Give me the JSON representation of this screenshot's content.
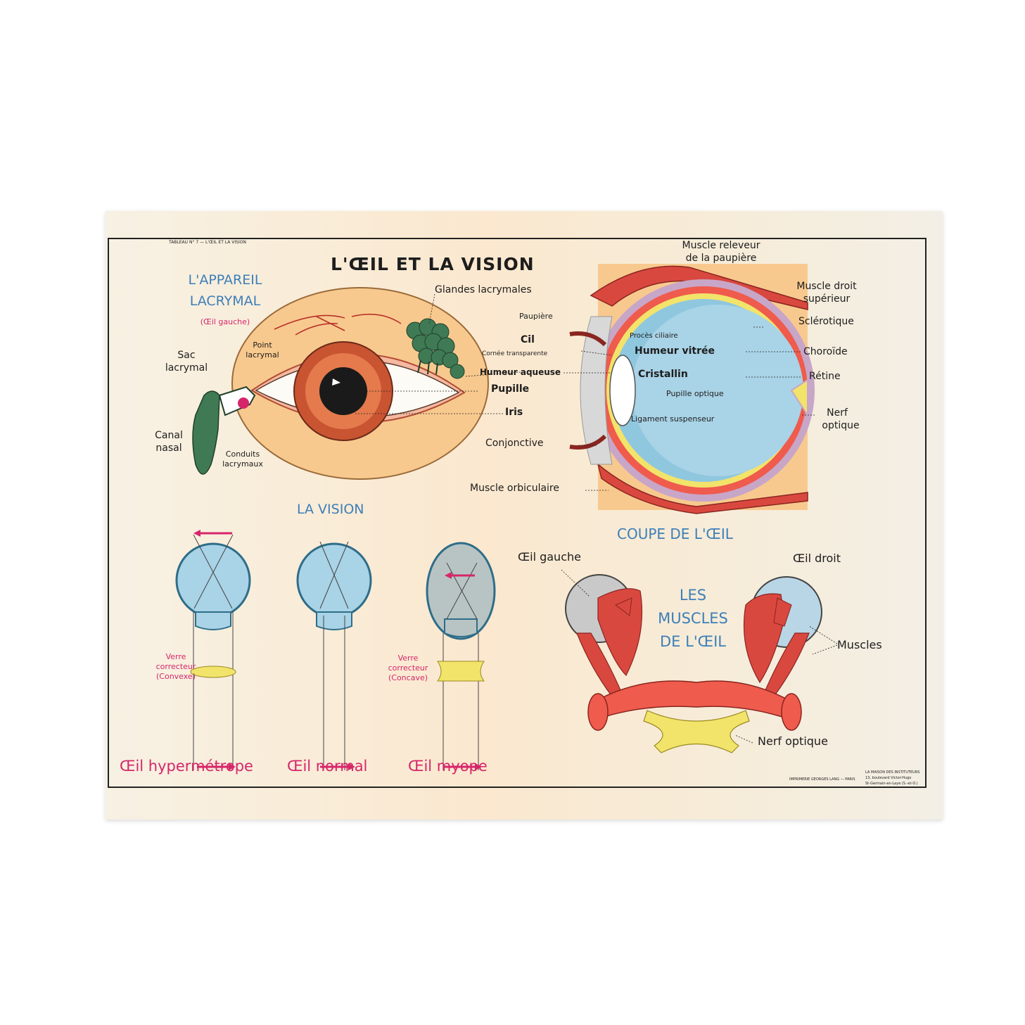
{
  "header_small": "TABLEAU N° 7 — L'ŒIL ET LA VISION",
  "title": "L'ŒIL ET LA VISION",
  "lacrymal": {
    "heading_line1": "L'APPAREIL",
    "heading_line2": "LACRYMAL",
    "subtitle": "(Œil gauche)",
    "sac_line1": "Sac",
    "sac_line2": "lacrymal",
    "point_line1": "Point",
    "point_line2": "lacrymal",
    "canal_line1": "Canal",
    "canal_line2": "nasal",
    "conduits_line1": "Conduits",
    "conduits_line2": "lacrymaux",
    "glandes": "Glandes lacrymales"
  },
  "front_labels": {
    "cornee": "Cornée transparente",
    "humeur_aqueuse": "Humeur aqueuse",
    "pupille": "Pupille",
    "iris": "Iris",
    "conjonctive": "Conjonctive",
    "orbiculaire": "Muscle orbiculaire",
    "paupiere": "Paupière",
    "cil": "Cil"
  },
  "section_labels": {
    "releveur_line1": "Muscle releveur",
    "releveur_line2": "de la paupière",
    "droit_line1": "Muscle droit",
    "droit_line2": "supérieur",
    "sclerotique": "Sclérotique",
    "choroide": "Choroïde",
    "retine": "Rétine",
    "nerf_line1": "Nerf",
    "nerf_line2": "optique",
    "proces": "Procès ciliaire",
    "humeur_vitree": "Humeur vitrée",
    "cristallin": "Cristallin",
    "pupille_optique": "Pupille optique",
    "ligament": "Ligament suspenseur"
  },
  "coupe_title": "COUPE DE L'ŒIL",
  "vision": {
    "heading": "LA VISION",
    "verre1_line1": "Verre",
    "verre1_line2": "correcteur",
    "verre1_line3": "(Convexe)",
    "verre2_line1": "Verre",
    "verre2_line2": "correcteur",
    "verre2_line3": "(Concave)",
    "eye1": "Œil hypermétrope",
    "eye2": "Œil normal",
    "eye3": "Œil myope"
  },
  "muscles": {
    "title_line1": "LES",
    "title_line2": "MUSCLES",
    "title_line3": "DE L'ŒIL",
    "gauche": "Œil gauche",
    "droit": "Œil droit",
    "muscles": "Muscles",
    "nerf": "Nerf optique"
  },
  "footer": {
    "imprimerie": "IMPRIMERIE GEORGES LANG — PARIS",
    "maison_line1": "LA MAISON DES INSTITUTEURS",
    "maison_line2": "13, boulevard Victor-Hugo",
    "maison_line3": "St-Germain-en-Laye (S.-et-O.)"
  },
  "colors": {
    "title_blue": "#3d7fb8",
    "pink": "#d6266a",
    "muscle_red": "#d9483f",
    "eye_blue": "#a9d3e6",
    "gland_green": "#3f7a55"
  }
}
